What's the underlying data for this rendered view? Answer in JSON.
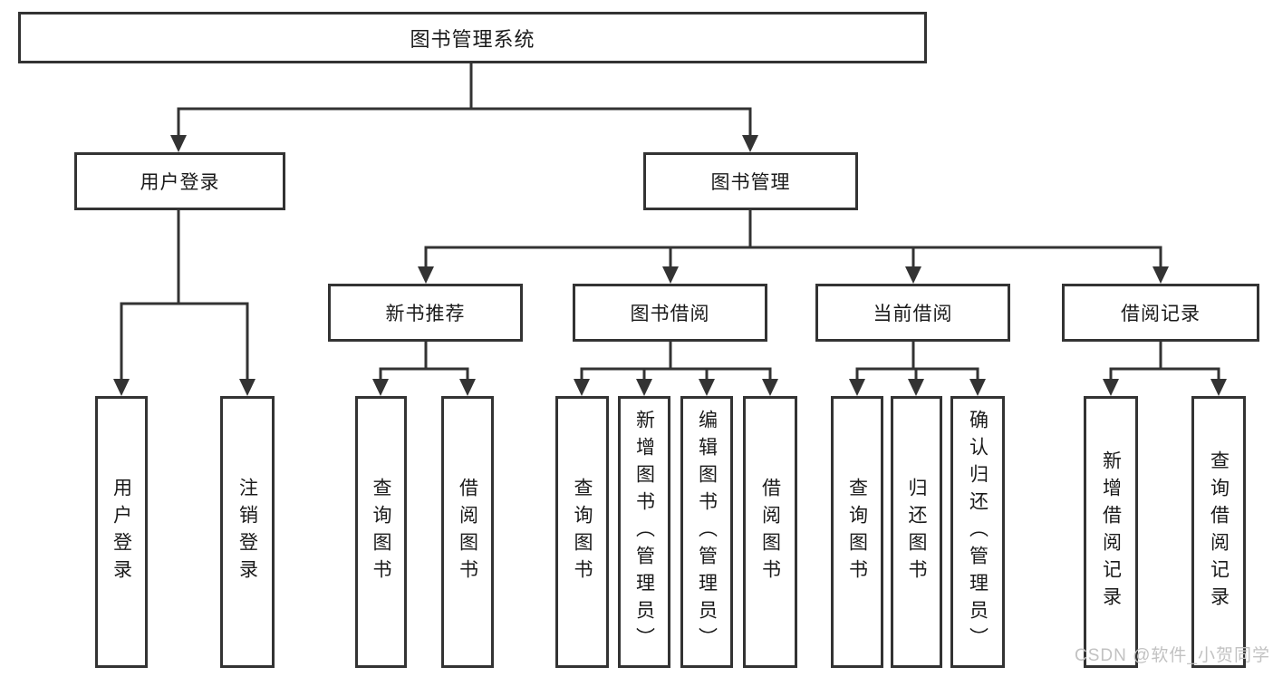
{
  "diagram": {
    "watermark": "CSDN @软件_小贺同学",
    "colors": {
      "line": "#333333",
      "text": "#1a1a1a",
      "box_background": "#ffffff",
      "watermark": "#c2c2c2"
    },
    "tree": {
      "label": "图书管理系统",
      "children": [
        {
          "label": "用户登录",
          "children": [
            {
              "label": "用户登录"
            },
            {
              "label": "注销登录"
            }
          ]
        },
        {
          "label": "图书管理",
          "children": [
            {
              "label": "新书推荐",
              "children": [
                {
                  "label": "查询图书"
                },
                {
                  "label": "借阅图书"
                }
              ]
            },
            {
              "label": "图书借阅",
              "children": [
                {
                  "label": "查询图书"
                },
                {
                  "label": "新增图书（管理员）"
                },
                {
                  "label": "编辑图书（管理员）"
                },
                {
                  "label": "借阅图书"
                }
              ]
            },
            {
              "label": "当前借阅",
              "children": [
                {
                  "label": "查询图书"
                },
                {
                  "label": "归还图书"
                },
                {
                  "label": "确认归还（管理员）"
                }
              ]
            },
            {
              "label": "借阅记录",
              "children": [
                {
                  "label": "新增借阅记录"
                },
                {
                  "label": "查询借阅记录"
                }
              ]
            }
          ]
        }
      ]
    }
  }
}
